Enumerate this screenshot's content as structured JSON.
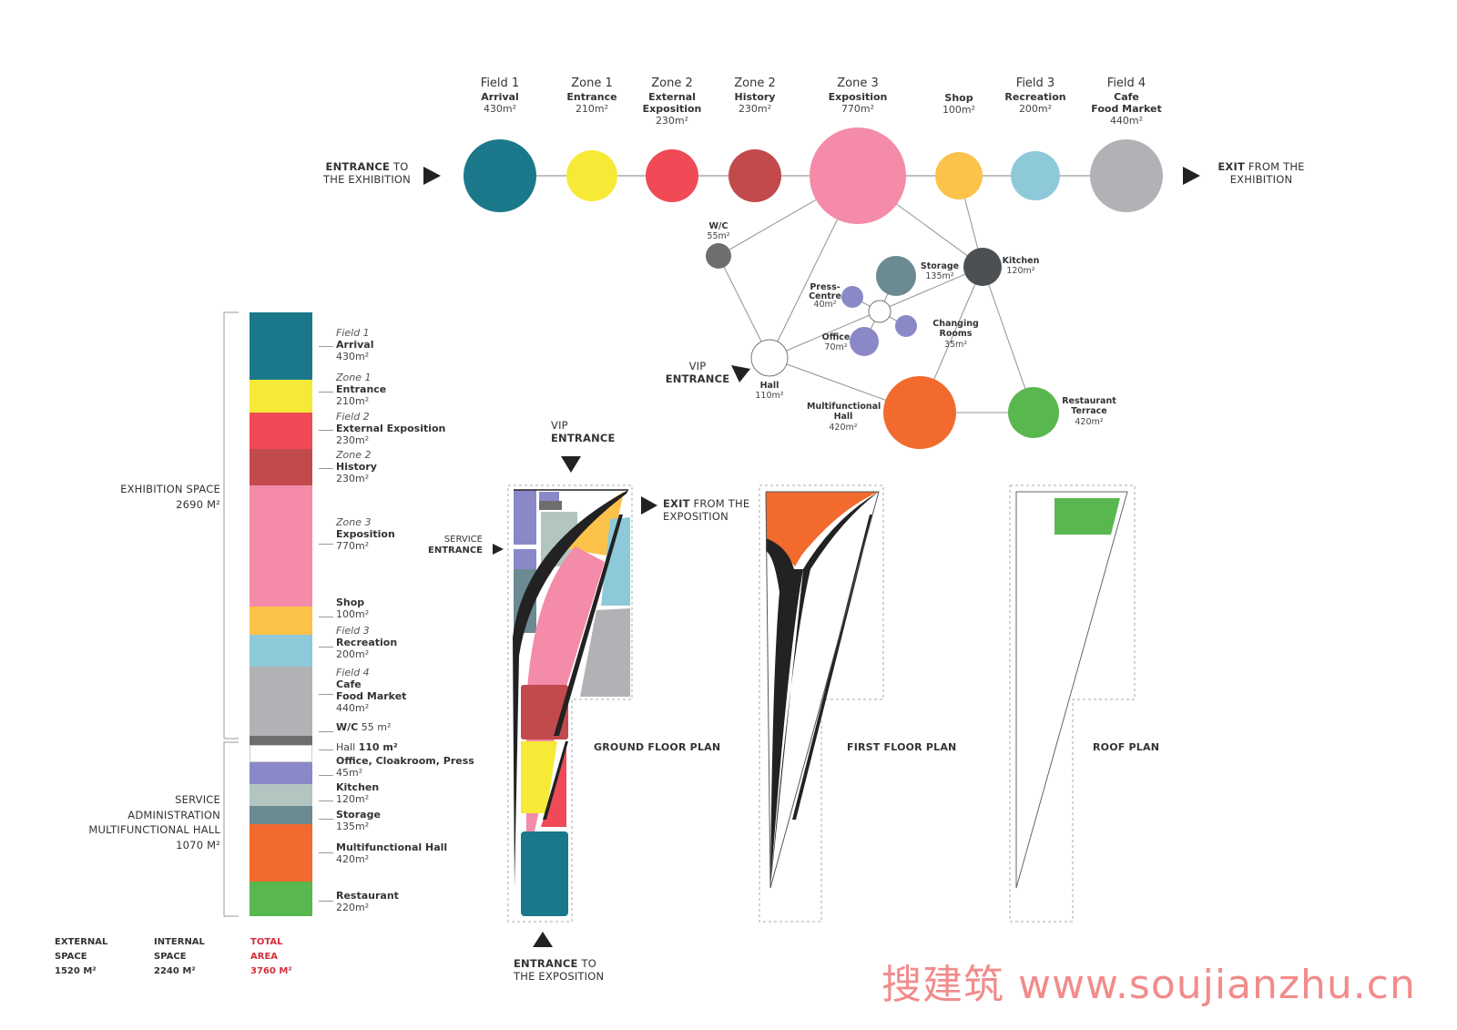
{
  "flow": {
    "entrance_label_bold": "ENTRANCE",
    "entrance_label_rest1": " TO",
    "entrance_label_rest2": "THE EXHIBITION",
    "exit_label_bold": "EXIT",
    "exit_label_rest1": " FROM THE",
    "exit_label_rest2": "EXHIBITION",
    "nodes": [
      {
        "field": "Field 1",
        "name": "Arrival",
        "area": "430m²",
        "color": "#1b788a"
      },
      {
        "field": "Zone 1",
        "name": "Entrance",
        "area": "210m²",
        "color": "#f7ea37"
      },
      {
        "field": "Zone 2",
        "name": "External",
        "name2": "Exposition",
        "area": "230m²",
        "color": "#ef4a56"
      },
      {
        "field": "Zone 2",
        "name": "History",
        "area": "230m²",
        "color": "#c24a4c"
      },
      {
        "field": "Zone 3",
        "name": "Exposition",
        "area": "770m²",
        "color": "#f48ba8"
      },
      {
        "field": "",
        "name": "Shop",
        "area": "100m²",
        "color": "#fcc24a"
      },
      {
        "field": "Field 3",
        "name": "Recreation",
        "area": "200m²",
        "color": "#8ec9da"
      },
      {
        "field": "Field 4",
        "name": "Cafe",
        "name2": "Food Market",
        "area": "440m²",
        "color": "#b2b2b6"
      }
    ]
  },
  "network": {
    "wc": {
      "name": "W/C",
      "area": "55m²",
      "color": "#6d6e70"
    },
    "hall": {
      "name": "Hall",
      "area": "110m²",
      "color": "#ffffff"
    },
    "storage": {
      "name": "Storage",
      "area": "135m²",
      "color": "#6b8a92"
    },
    "press": {
      "name": "Press-",
      "name2": "Centre",
      "area": "40m²",
      "color": "#8b88c8"
    },
    "office": {
      "name": "Office",
      "area": "70m²",
      "color": "#8b88c8"
    },
    "changing": {
      "name": "Changing",
      "name2": "Rooms",
      "area": "35m²",
      "color": "#8b88c8"
    },
    "kitchen": {
      "name": "Kitchen",
      "area": "120m²",
      "color": "#4d5053"
    },
    "multihall": {
      "name": "Multifunctional",
      "name2": "Hall",
      "area": "420m²",
      "color": "#f26a2e"
    },
    "terrace": {
      "name": "Restaurant",
      "name2": "Terrace",
      "area": "420m²",
      "color": "#58b74f"
    },
    "vip_line1": "VIP",
    "vip_line2": "ENTRANCE"
  },
  "area_bar": {
    "groups": [
      {
        "label_lines": [
          "EXHIBITION SPACE",
          "2690 M²"
        ]
      },
      {
        "label_lines": [
          "SERVICE",
          "ADMINISTRATION",
          "MULTIFUNCTIONAL HALL",
          "1070 M²"
        ]
      }
    ],
    "segments": [
      {
        "field": "Field 1",
        "name": "Arrival",
        "area": "430m²",
        "color": "#1b788a"
      },
      {
        "field": "Zone 1",
        "name": "Entrance",
        "area": "210m²",
        "color": "#f7ea37"
      },
      {
        "field": "Field 2",
        "name": "External Exposition",
        "area": "230m²",
        "color": "#ef4a56"
      },
      {
        "field": "Zone 2",
        "name": "History",
        "area": "230m²",
        "color": "#c24a4c"
      },
      {
        "field": "Zone 3",
        "name": "Exposition",
        "area": "770m²",
        "color": "#f48ba8"
      },
      {
        "field": "",
        "name": "Shop",
        "area": "100m²",
        "color": "#fcc24a"
      },
      {
        "field": "Field 3",
        "name": "Recreation",
        "area": "200m²",
        "color": "#8ec9da"
      },
      {
        "field": "Field 4",
        "name": "Cafe",
        "name2": "Food Market",
        "area": "440m²",
        "color": "#b2b2b6"
      },
      {
        "field": "",
        "name": "W/C",
        "area": "55 m²",
        "color": "#6d6e70"
      },
      {
        "field": "",
        "name": "Hall",
        "area": "110 m²",
        "color": "#ffffff"
      },
      {
        "field": "",
        "name": "Office, Cloakroom, Press",
        "area": "45m²",
        "color": "#8b88c8"
      },
      {
        "field": "",
        "name": "Kitchen",
        "area": "120m²",
        "color": "#b2c5c1"
      },
      {
        "field": "",
        "name": "Storage",
        "area": "135m²",
        "color": "#6b8a92"
      },
      {
        "field": "",
        "name": "Multifunctional Hall",
        "area": "420m²",
        "color": "#f26a2e"
      },
      {
        "field": "",
        "name": "Restaurant",
        "area": "220m²",
        "color": "#58b74f"
      }
    ],
    "summary": [
      {
        "line1": "EXTERNAL",
        "line2": "SPACE",
        "value": "1520 M²",
        "color": "#333333"
      },
      {
        "line1": "INTERNAL",
        "line2": "SPACE",
        "value": "2240 M²",
        "color": "#333333"
      },
      {
        "line1": "TOTAL",
        "line2": "AREA",
        "value": "3760 M²",
        "color": "#d1303c"
      }
    ]
  },
  "plans": {
    "vip_line1": "VIP",
    "vip_line2": "ENTRANCE",
    "exit_bold": "EXIT",
    "exit_rest1": " FROM THE",
    "exit_rest2": "EXPOSITION",
    "service_line1": "SERVICE",
    "service_line2": "ENTRANCE",
    "entrance_bold": "ENTRANCE",
    "entrance_rest1": " TO",
    "entrance_rest2": "THE EXPOSITION",
    "ground_caption": "GROUND FLOOR PLAN",
    "first_caption": "FIRST FLOOR PLAN",
    "roof_caption": "ROOF PLAN"
  },
  "watermark": "搜建筑 www.soujianzhu.cn"
}
